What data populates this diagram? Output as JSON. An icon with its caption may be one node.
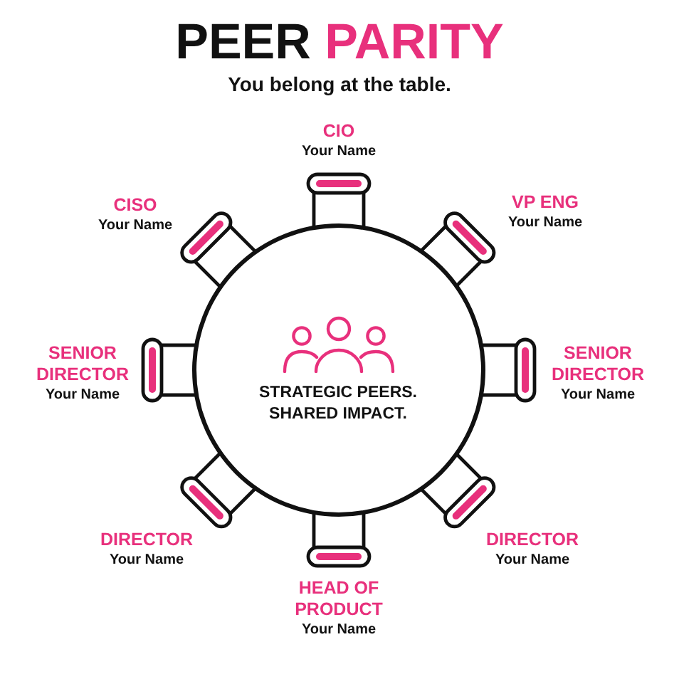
{
  "diagram": {
    "title": "PEER PARITY",
    "nodes": [
      {
        "text": [
          "STRATEGIC PEERS. SHARED IMPACT."
        ]
      },
      {
        "text": [],
        "shape": "chair",
        "beside": [
          "CIO",
          "Your Name"
        ]
      },
      {
        "text": [],
        "shape": "chair",
        "beside": [
          "CISO",
          "Your Name"
        ]
      },
      {
        "text": [],
        "shape": "chair",
        "beside": [
          "VP ENG",
          "Your Name"
        ]
      },
      {
        "text": [],
        "shape": "chair",
        "beside": [
          "SENIOR DIRECTOR",
          "Your Name"
        ]
      },
      {
        "text": [],
        "shape": "chair",
        "beside": [
          "SENIOR DIRECTOR",
          "Your Name"
        ]
      },
      {
        "text": [],
        "shape": "chair",
        "beside": [
          "DIRECTOR",
          "Your Name"
        ]
      },
      {
        "text": [],
        "shape": "chair",
        "beside": [
          "DIRECTOR",
          "Your Name"
        ]
      },
      {
        "text": [],
        "shape": "chair",
        "beside": [
          "HEAD OF PRODUCT",
          "Your Name"
        ]
      }
    ],
    "labels": [
      "You belong at the table."
    ]
  }
}
